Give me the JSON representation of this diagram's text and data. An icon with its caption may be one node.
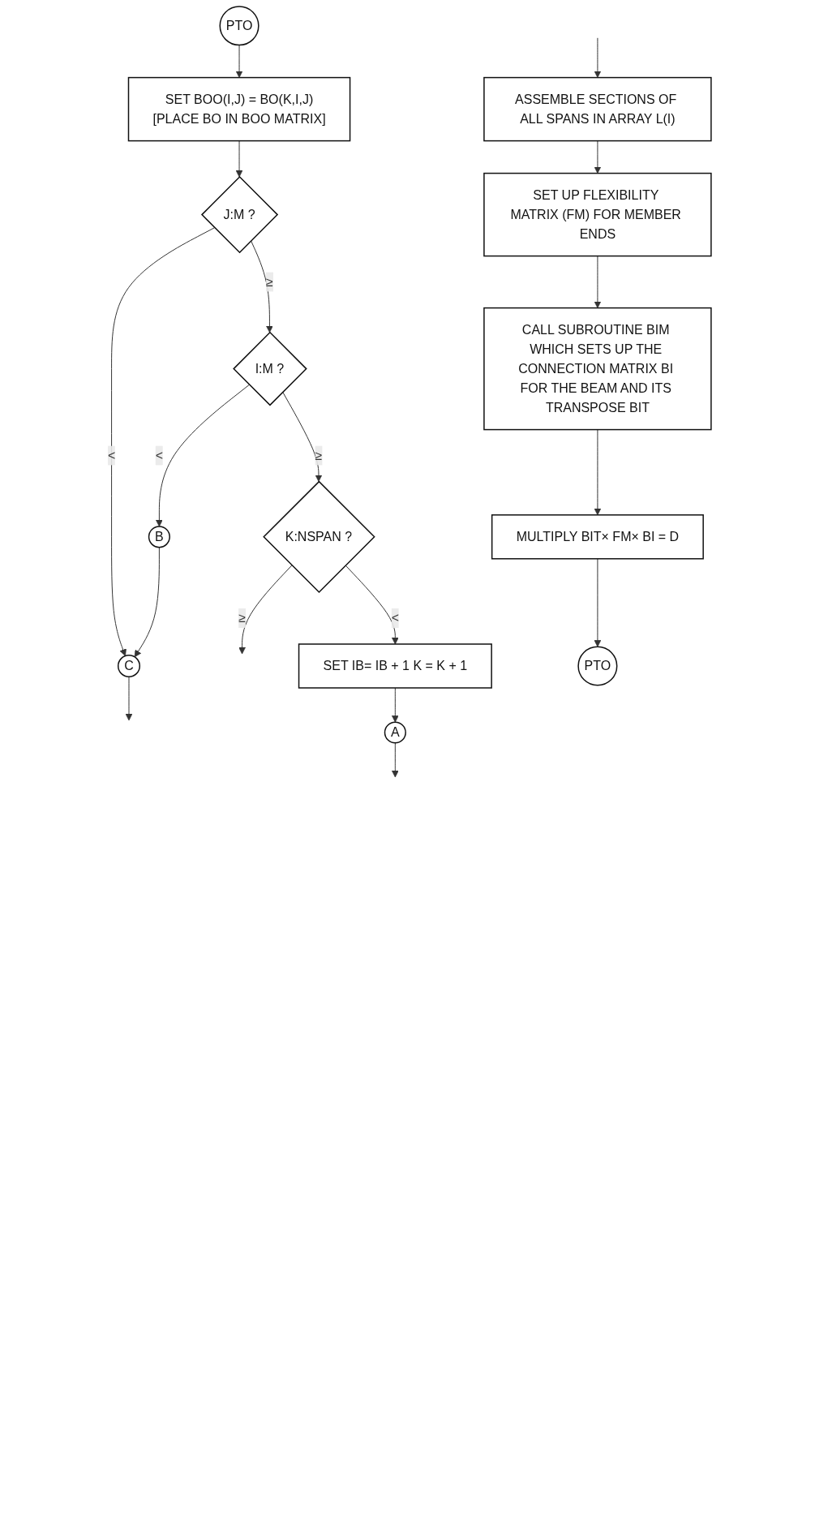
{
  "diagram": {
    "nodes": [
      {
        "text": [
          "PTO"
        ]
      },
      {
        "text": [
          "SET BOO(I,J) = BO(K,I,J)",
          "[PLACE BO IN BOO MATRIX]"
        ]
      },
      {
        "text": [
          "J:M ?"
        ]
      },
      {
        "text": [
          "C"
        ]
      },
      {
        "text": [
          "I:M ?"
        ]
      },
      {
        "text": [
          "B"
        ]
      },
      {
        "text": [
          "K:NSPAN ?"
        ]
      },
      {
        "text": [
          "SET IB= IB + 1 K = K + 1"
        ]
      },
      {
        "text": [
          "A"
        ]
      },
      {
        "text": [
          "ASSEMBLE SECTIONS OF ALL SPANS IN ARRAY L(I)"
        ]
      },
      {
        "text": [
          "SET UP FLEXIBILITY MATRIX (FM) FOR MEMBER ENDS"
        ]
      },
      {
        "text": [
          "CALL SUBROUTINE BIM WHICH SETS UP THE CONNECTION MATRIX BI FOR THE BEAM AND ITS TRANSPOSE BIT"
        ]
      },
      {
        "text": [
          "MULTIPLY BIT× FM× BI = D"
        ]
      },
      {
        "text": [
          "PTO"
        ]
      }
    ],
    "edges": [
      {
        "from": 0,
        "to": 1,
        "arrow": "to"
      },
      {
        "from": 1,
        "to": 2,
        "arrow": "to"
      },
      {
        "from": 2,
        "to": 3,
        "arrow": "to",
        "label": "<"
      },
      {
        "from": 3,
        "to": null,
        "arrow": "to"
      },
      {
        "from": 2,
        "to": 4,
        "arrow": "to",
        "label": "≥"
      },
      {
        "from": 4,
        "to": 5,
        "arrow": "to",
        "label": "<"
      },
      {
        "from": 5,
        "to": 3,
        "arrow": "to"
      },
      {
        "from": 4,
        "to": 6,
        "arrow": "to",
        "label": "≥"
      },
      {
        "from": 6,
        "to": null,
        "arrow": "to",
        "label": "≥"
      },
      {
        "from": 6,
        "to": 7,
        "arrow": "to",
        "label": "<"
      },
      {
        "from": 7,
        "to": 8,
        "arrow": "to"
      },
      {
        "from": 8,
        "to": null,
        "arrow": "to"
      },
      {
        "from": null,
        "to": 9,
        "arrow": "to"
      },
      {
        "from": 9,
        "to": 10,
        "arrow": "to"
      },
      {
        "from": 10,
        "to": 11,
        "arrow": "to"
      },
      {
        "from": 11,
        "to": 12,
        "arrow": "to"
      },
      {
        "from": 12,
        "to": 13,
        "arrow": "to"
      }
    ]
  }
}
